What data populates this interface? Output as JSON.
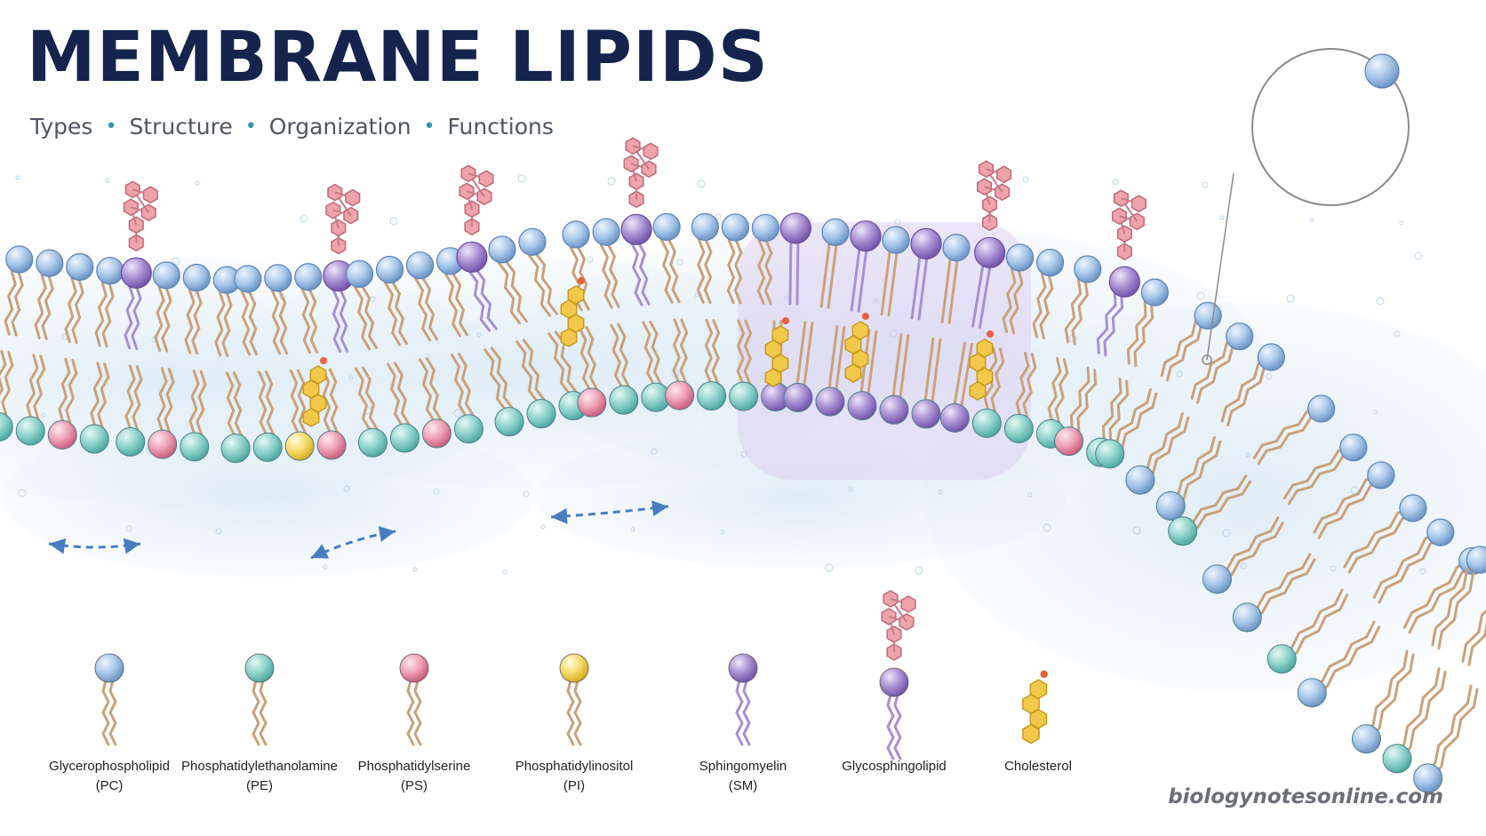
{
  "title": "MEMBRANE LIPIDS",
  "subtitle": {
    "items": [
      "Types",
      "Structure",
      "Organization",
      "Functions"
    ]
  },
  "legend": [
    {
      "name": "Glycerophospholipid",
      "abbr": "(PC)",
      "color": "#a9c8ea",
      "icon": "pc-lipid-icon"
    },
    {
      "name": "Phosphatidylethanolamine",
      "abbr": "(PE)",
      "color": "#8fd3cc",
      "icon": "pe-lipid-icon"
    },
    {
      "name": "Phosphatidylserine",
      "abbr": "(PS)",
      "color": "#ef9fb4",
      "icon": "ps-lipid-icon"
    },
    {
      "name": "Phosphatidylinositol",
      "abbr": "(PI)",
      "color": "#f6dc6a",
      "icon": "pi-lipid-icon"
    },
    {
      "name": "Sphingomyelin",
      "abbr": "(SM)",
      "color": "#a88fd2",
      "icon": "sm-lipid-icon"
    },
    {
      "name": "Glycosphingolipid",
      "abbr": "",
      "color": "#a88fd2",
      "icon": "glycosphingolipid-icon"
    },
    {
      "name": "Cholesterol",
      "abbr": "",
      "color": "#f2c84b",
      "icon": "cholesterol-icon"
    }
  ],
  "colors": {
    "title": "#14244c",
    "accent_dot": "#2d97a8",
    "pc_head": "#a9c8ea",
    "pe_head": "#8fd3cc",
    "ps_head": "#ef9fb4",
    "pi_head": "#f6dc6a",
    "sm_head": "#a88fd2",
    "sugar": "#eea3ad",
    "cholesterol": "#f2c84b",
    "tail": "#c9a27a",
    "water": "#dceaf6",
    "raft": "#dccaf0",
    "arrow": "#4a7dc0"
  },
  "watermark": "biologynotesonline.com"
}
